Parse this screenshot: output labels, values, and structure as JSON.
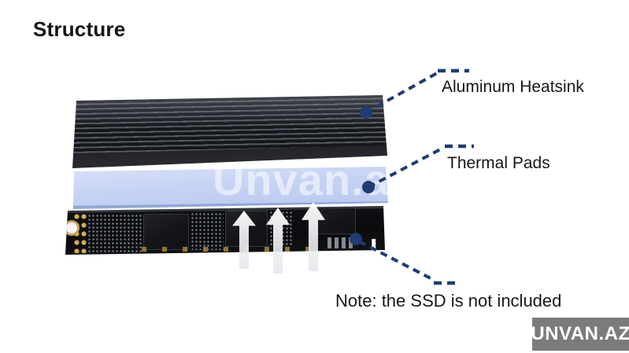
{
  "page": {
    "title": "Structure"
  },
  "callouts": {
    "heatsink": {
      "label": "Aluminum Heatsink"
    },
    "thermal_pads": {
      "label": "Thermal Pads"
    },
    "note": {
      "label": "Note: the SSD is not included"
    }
  },
  "watermark": {
    "text": "Unvan.a"
  },
  "logo": {
    "text": "UNVAN.AZ"
  },
  "colors": {
    "callout_line": "#1f3d72",
    "thermal_pad": "#c3d1f2",
    "heatsink_body": "#1c1e23",
    "pcb": "#0c0d0f",
    "connector_gold": "#cda74e",
    "logo_background": "#7b7b7b"
  }
}
